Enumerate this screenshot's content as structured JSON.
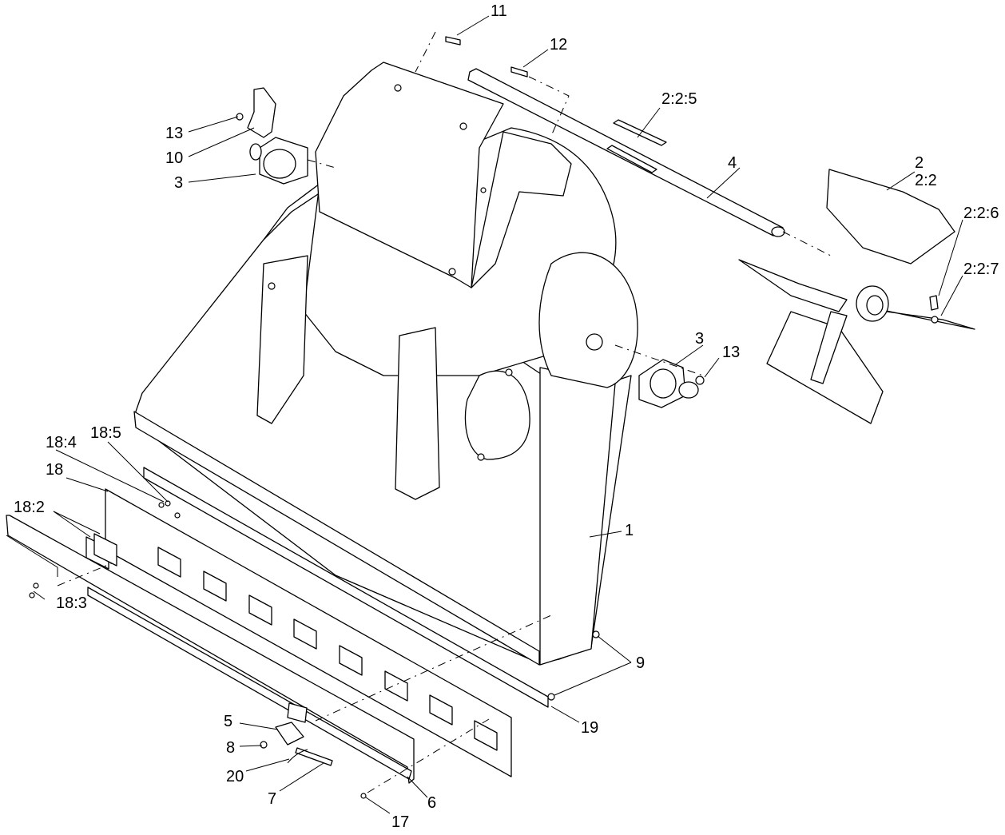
{
  "callouts": {
    "c11": "11",
    "c12": "12",
    "c2_2_5": "2:2:5",
    "c13_top": "13",
    "c10": "10",
    "c3_left": "3",
    "c4": "4",
    "c2": "2",
    "c2_2": "2:2",
    "c2_2_6": "2:2:6",
    "c2_2_7": "2:2:7",
    "c3_right": "3",
    "c13_right": "13",
    "c18_4": "18:4",
    "c18_5": "18:5",
    "c18": "18",
    "c18_2": "18:2",
    "c18_3": "18:3",
    "c1": "1",
    "c9": "9",
    "c19": "19",
    "c5": "5",
    "c8": "8",
    "c20": "20",
    "c7": "7",
    "c6": "6",
    "c17": "17"
  }
}
